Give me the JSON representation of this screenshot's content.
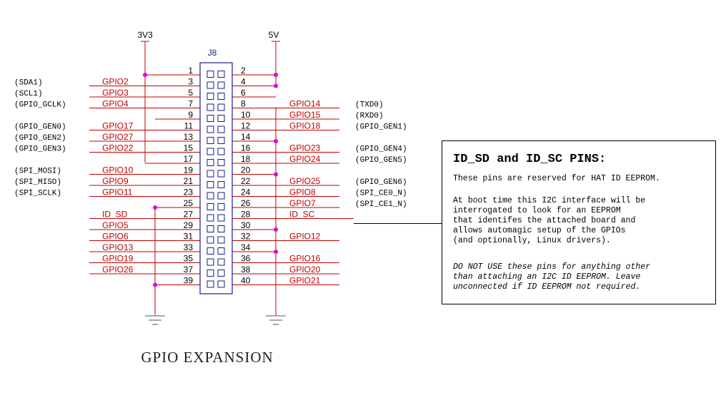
{
  "title": "GPIO EXPANSION",
  "connector": "J8",
  "rails": {
    "left": "3V3",
    "right": "5V"
  },
  "colors": {
    "wire": "#c00000",
    "junction": "#e000e0",
    "pinbox": "#1a1a8c",
    "ground": "#555555",
    "text": "#000000"
  },
  "left_pins": [
    {
      "num": "1",
      "net": "",
      "func": ""
    },
    {
      "num": "3",
      "net": "GPIO2",
      "func": "(SDA1)"
    },
    {
      "num": "5",
      "net": "GPIO3",
      "func": "(SCL1)"
    },
    {
      "num": "7",
      "net": "GPIO4",
      "func": "(GPIO_GCLK)"
    },
    {
      "num": "9",
      "net": "",
      "func": ""
    },
    {
      "num": "11",
      "net": "GPIO17",
      "func": "(GPIO_GEN0)"
    },
    {
      "num": "13",
      "net": "GPIO27",
      "func": "(GPIO_GEN2)"
    },
    {
      "num": "15",
      "net": "GPIO22",
      "func": "(GPIO_GEN3)"
    },
    {
      "num": "17",
      "net": "",
      "func": ""
    },
    {
      "num": "19",
      "net": "GPIO10",
      "func": "(SPI_MOSI)"
    },
    {
      "num": "21",
      "net": "GPIO9",
      "func": "(SPI_MISO)"
    },
    {
      "num": "23",
      "net": "GPIO11",
      "func": "(SPI_SCLK)"
    },
    {
      "num": "25",
      "net": "",
      "func": ""
    },
    {
      "num": "27",
      "net": "ID_SD",
      "func": ""
    },
    {
      "num": "29",
      "net": "GPIO5",
      "func": ""
    },
    {
      "num": "31",
      "net": "GPIO6",
      "func": ""
    },
    {
      "num": "33",
      "net": "GPIO13",
      "func": ""
    },
    {
      "num": "35",
      "net": "GPIO19",
      "func": ""
    },
    {
      "num": "37",
      "net": "GPIO26",
      "func": ""
    },
    {
      "num": "39",
      "net": "",
      "func": ""
    }
  ],
  "right_pins": [
    {
      "num": "2",
      "net": "",
      "func": ""
    },
    {
      "num": "4",
      "net": "",
      "func": ""
    },
    {
      "num": "6",
      "net": "",
      "func": ""
    },
    {
      "num": "8",
      "net": "GPIO14",
      "func": "(TXD0)"
    },
    {
      "num": "10",
      "net": "GPIO15",
      "func": "(RXD0)"
    },
    {
      "num": "12",
      "net": "GPIO18",
      "func": "(GPIO_GEN1)"
    },
    {
      "num": "14",
      "net": "",
      "func": ""
    },
    {
      "num": "16",
      "net": "GPIO23",
      "func": "(GPIO_GEN4)"
    },
    {
      "num": "18",
      "net": "GPIO24",
      "func": "(GPIO_GEN5)"
    },
    {
      "num": "20",
      "net": "",
      "func": ""
    },
    {
      "num": "22",
      "net": "GPIO25",
      "func": "(GPIO_GEN6)"
    },
    {
      "num": "24",
      "net": "GPIO8",
      "func": "(SPI_CE0_N)"
    },
    {
      "num": "26",
      "net": "GPIO7",
      "func": "(SPI_CE1_N)"
    },
    {
      "num": "28",
      "net": "ID_SC",
      "func": ""
    },
    {
      "num": "30",
      "net": "",
      "func": ""
    },
    {
      "num": "32",
      "net": "GPIO12",
      "func": ""
    },
    {
      "num": "34",
      "net": "",
      "func": ""
    },
    {
      "num": "36",
      "net": "GPIO16",
      "func": ""
    },
    {
      "num": "38",
      "net": "GPIO20",
      "func": ""
    },
    {
      "num": "40",
      "net": "GPIO21",
      "func": ""
    }
  ],
  "note": {
    "heading": "ID_SD and ID_SC PINS:",
    "p1": "These pins are reserved for HAT ID EEPROM.",
    "p2": "At boot time this I2C interface will be\ninterrogated to look for an EEPROM\nthat identifes the attached board and\nallows automagic setup of the GPIOs\n(and optionally, Linux drivers).",
    "p3": "DO NOT USE these pins for anything other\nthan attaching an I2C ID EEPROM. Leave\nunconnected if ID EEPROM not required."
  }
}
